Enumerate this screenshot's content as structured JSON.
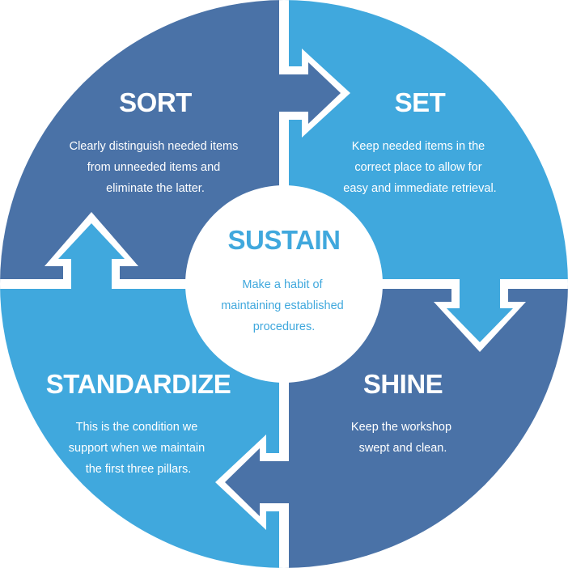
{
  "colors": {
    "dark_blue": "#4a72a7",
    "light_blue": "#40a8dd",
    "white": "#ffffff"
  },
  "quadrants": {
    "sort": {
      "title": "SORT",
      "lines": [
        "Clearly distinguish needed items",
        "from unneeded items and",
        "eliminate the latter."
      ]
    },
    "set": {
      "title": "SET",
      "lines": [
        "Keep needed items in the",
        "correct place to allow for",
        "easy and immediate retrieval."
      ]
    },
    "shine": {
      "title": "SHINE",
      "lines": [
        "Keep the workshop",
        "swept and clean."
      ]
    },
    "standardize": {
      "title": "STANDARDIZE",
      "lines": [
        "This is the condition we",
        "support when we maintain",
        "the first three pillars."
      ]
    }
  },
  "center": {
    "title": "SUSTAIN",
    "lines": [
      "Make a habit of",
      "maintaining established",
      "procedures."
    ]
  }
}
